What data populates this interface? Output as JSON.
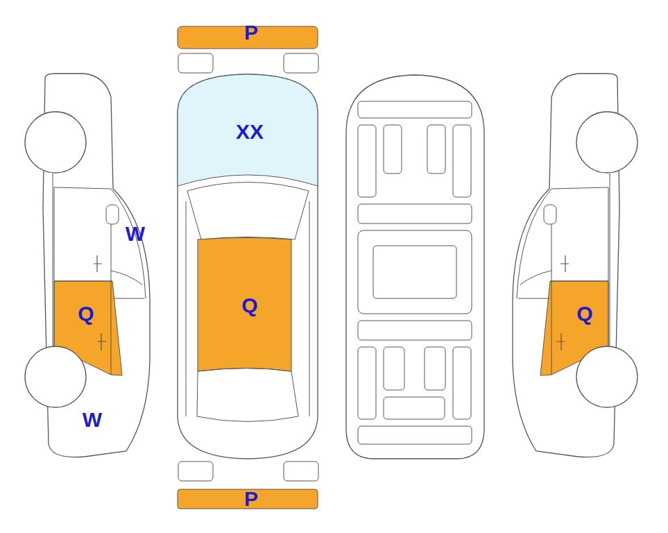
{
  "diagram": {
    "labels": [
      "P",
      "XX",
      "W",
      "Q",
      "Q",
      "Q",
      "W",
      "P"
    ]
  }
}
